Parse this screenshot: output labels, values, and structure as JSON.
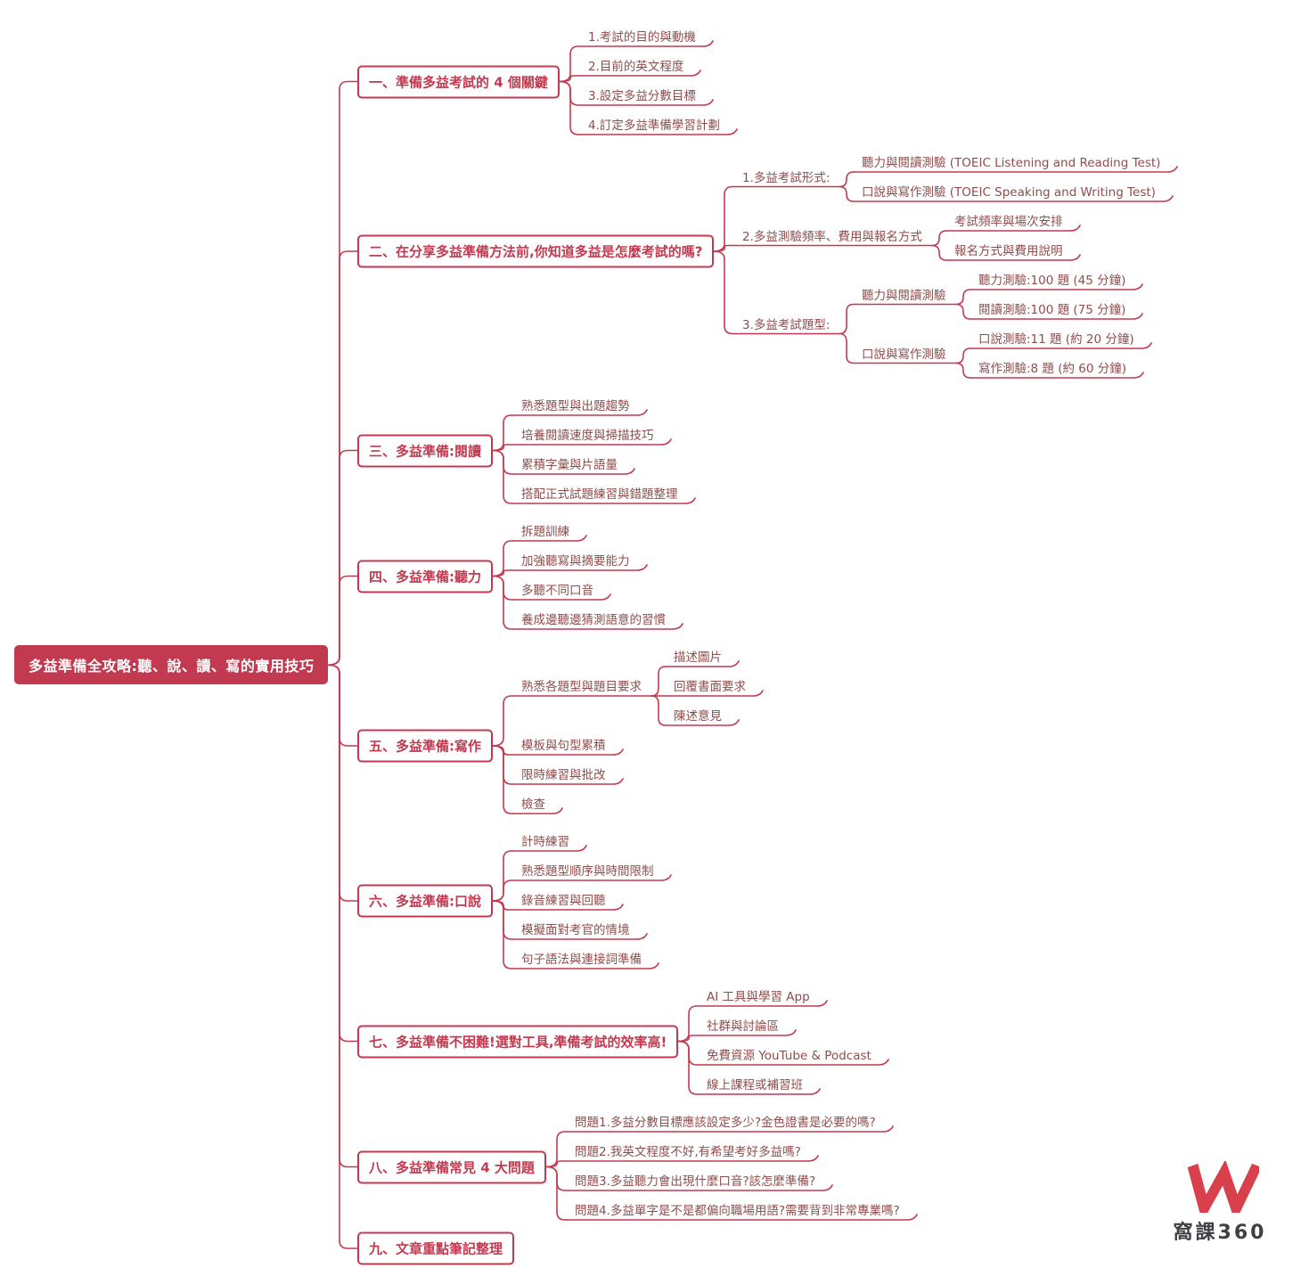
{
  "colors": {
    "accent": "#c23a50",
    "leaf_text": "#8f4c4c",
    "root_bg": "#c23a50",
    "root_text": "#ffffff",
    "logo_red": "#d8414b",
    "logo_text": "#3f4043"
  },
  "logo": {
    "text": "窩課360"
  },
  "mindmap": {
    "label": "多益準備全攻略:聽、說、讀、寫的實用技巧",
    "children": [
      {
        "label": "一、準備多益考試的 4 個關鍵",
        "children": [
          {
            "label": "1.考試的目的與動機"
          },
          {
            "label": "2.目前的英文程度"
          },
          {
            "label": "3.設定多益分數目標"
          },
          {
            "label": "4.訂定多益準備學習計劃"
          }
        ]
      },
      {
        "label": "二、在分享多益準備方法前,你知道多益是怎麼考試的嗎?",
        "children": [
          {
            "label": "1.多益考試形式:",
            "children": [
              {
                "label": "聽力與閱讀測驗 (TOEIC Listening and Reading Test)"
              },
              {
                "label": "口說與寫作測驗 (TOEIC Speaking and Writing Test)"
              }
            ]
          },
          {
            "label": "2.多益測驗頻率、費用與報名方式",
            "children": [
              {
                "label": "考試頻率與場次安排"
              },
              {
                "label": "報名方式與費用說明"
              }
            ]
          },
          {
            "label": "3.多益考試題型:",
            "children": [
              {
                "label": "聽力與閱讀測驗",
                "children": [
                  {
                    "label": "聽力測驗:100 題 (45 分鐘)"
                  },
                  {
                    "label": "閱讀測驗:100 題 (75 分鐘)"
                  }
                ]
              },
              {
                "label": "口說與寫作測驗",
                "children": [
                  {
                    "label": "口說測驗:11 題 (約 20 分鐘)"
                  },
                  {
                    "label": "寫作測驗:8 題 (約 60 分鐘)"
                  }
                ]
              }
            ]
          }
        ]
      },
      {
        "label": "三、多益準備:閱讀",
        "children": [
          {
            "label": "熟悉題型與出題趨勢"
          },
          {
            "label": "培養閱讀速度與掃描技巧"
          },
          {
            "label": "累積字彙與片語量"
          },
          {
            "label": "搭配正式試題練習與錯題整理"
          }
        ]
      },
      {
        "label": "四、多益準備:聽力",
        "children": [
          {
            "label": "拆題訓練"
          },
          {
            "label": "加強聽寫與摘要能力"
          },
          {
            "label": "多聽不同口音"
          },
          {
            "label": "養成邊聽邊猜測語意的習慣"
          }
        ]
      },
      {
        "label": "五、多益準備:寫作",
        "children": [
          {
            "label": "熟悉各題型與題目要求",
            "children": [
              {
                "label": "描述圖片"
              },
              {
                "label": "回覆書面要求"
              },
              {
                "label": "陳述意見"
              }
            ]
          },
          {
            "label": "模板與句型累積"
          },
          {
            "label": "限時練習與批改"
          },
          {
            "label": "檢查"
          }
        ]
      },
      {
        "label": "六、多益準備:口說",
        "children": [
          {
            "label": "計時練習"
          },
          {
            "label": "熟悉題型順序與時間限制"
          },
          {
            "label": "錄音練習與回聽"
          },
          {
            "label": "模擬面對考官的情境"
          },
          {
            "label": "句子語法與連接詞準備"
          }
        ]
      },
      {
        "label": "七、多益準備不困難!選對工具,準備考試的效率高!",
        "children": [
          {
            "label": "AI 工具與學習 App"
          },
          {
            "label": "社群與討論區"
          },
          {
            "label": "免費資源 YouTube & Podcast"
          },
          {
            "label": "線上課程或補習班"
          }
        ]
      },
      {
        "label": "八、多益準備常見 4 大問題",
        "children": [
          {
            "label": "問題1.多益分數目標應該設定多少?金色證書是必要的嗎?"
          },
          {
            "label": "問題2.我英文程度不好,有希望考好多益嗎?"
          },
          {
            "label": "問題3.多益聽力會出現什麼口音?該怎麼準備?"
          },
          {
            "label": "問題4.多益單字是不是都偏向職場用語?需要背到非常專業嗎?"
          }
        ]
      },
      {
        "label": "九、文章重點筆記整理",
        "children": []
      }
    ]
  }
}
